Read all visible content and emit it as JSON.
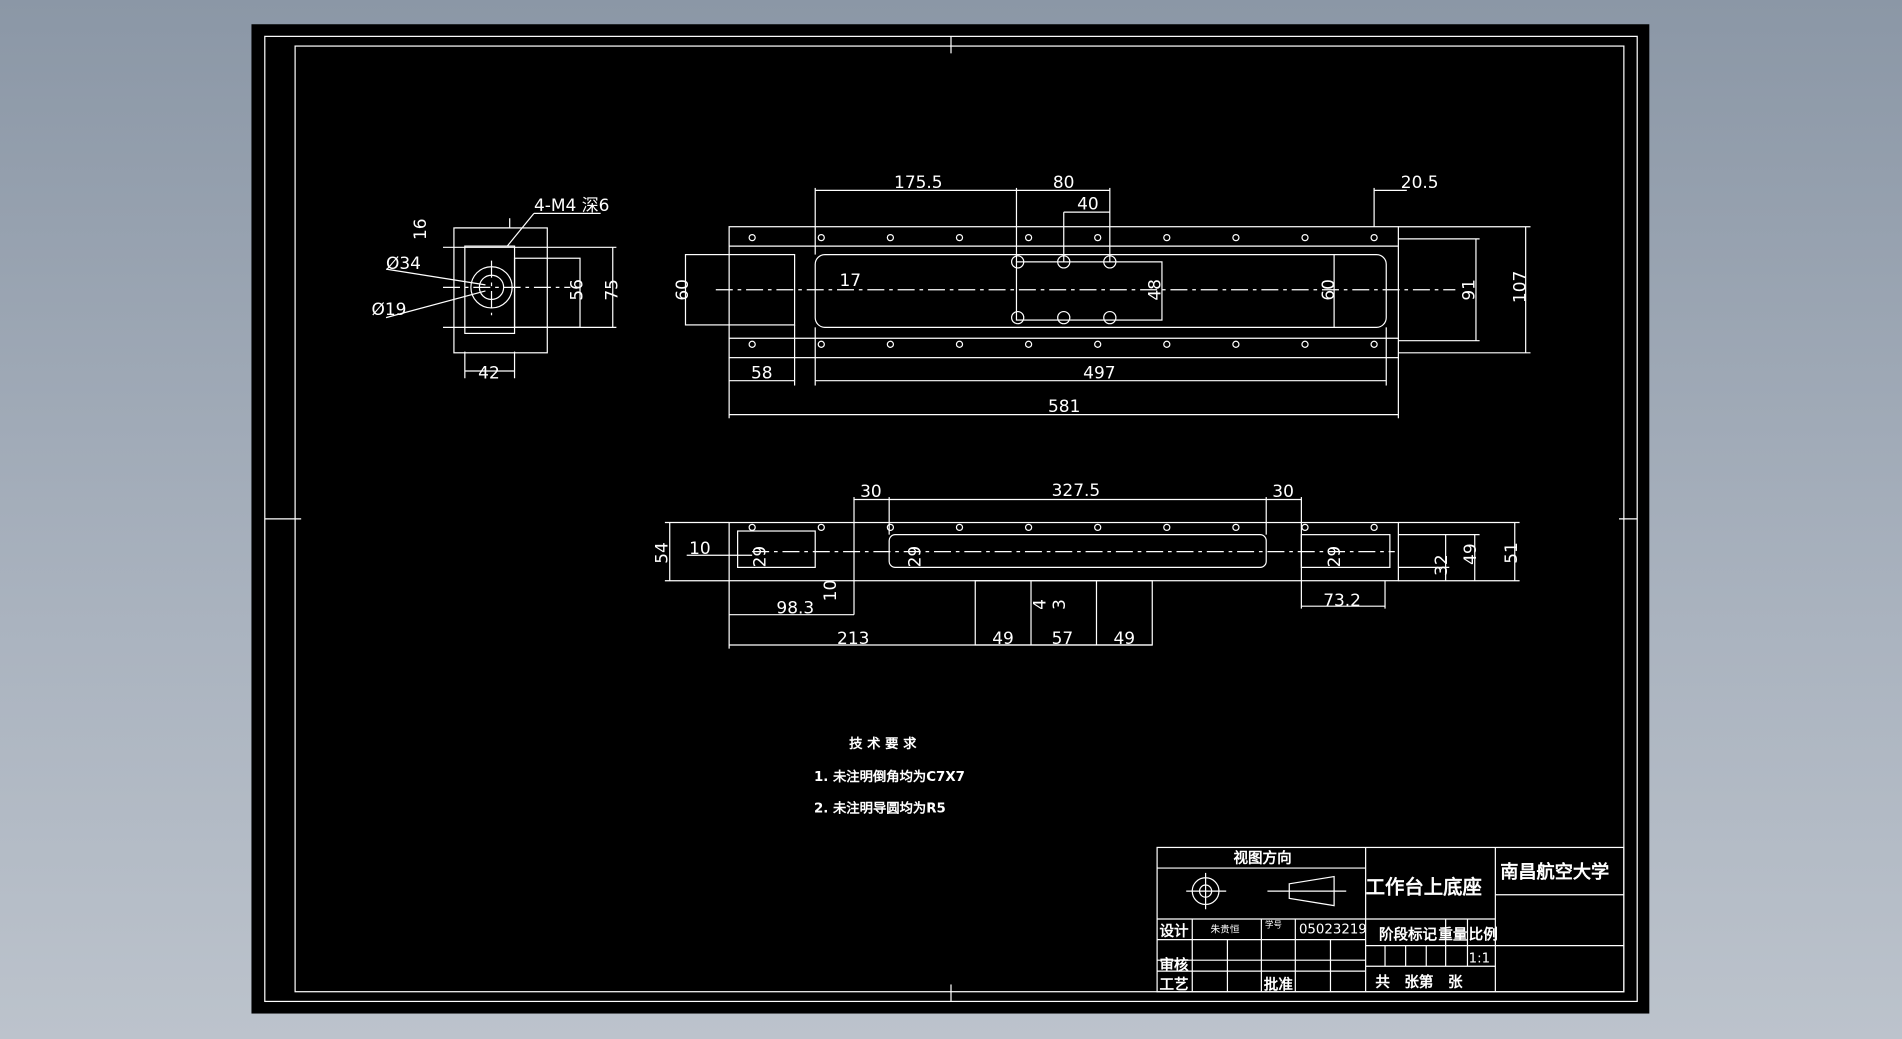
{
  "colors": {
    "canvas": "#000000",
    "line": "#ffffff",
    "frame": "#ffffff"
  },
  "side_view": {
    "note": "4-M4  深6",
    "dims": [
      "16",
      "Ø34",
      "Ø19",
      "56",
      "75",
      "42"
    ]
  },
  "top_view": {
    "dims": {
      "d175": "175.5",
      "d80": "80",
      "d40": "40",
      "d20": "20.5",
      "d60a": "60",
      "d17": "17",
      "d48": "48",
      "d60b": "60",
      "d91": "91",
      "d107": "107",
      "d58": "58",
      "d497": "497",
      "d581": "581"
    }
  },
  "front_view": {
    "dims": {
      "d30a": "30",
      "d327": "327.5",
      "d30b": "30",
      "d54": "54",
      "d10a": "10",
      "d29a": "29",
      "d29b": "29",
      "d29c": "29",
      "d10b": "10",
      "d98": "98.3",
      "d4": "4",
      "d3": "3",
      "d32": "32",
      "d49a": "49",
      "d51": "51",
      "d73": "73.2",
      "d213": "213",
      "d49b": "49",
      "d57": "57",
      "d49c": "49"
    }
  },
  "tech": {
    "title": "技 术 要 求",
    "items": [
      "1. 未注明倒角均为C7X7",
      "2. 未注明导圆均为R5"
    ]
  },
  "title_block": {
    "view_dir": "视图方向",
    "part_name": "工作台上底座",
    "school": "南昌航空大学",
    "design": "设计",
    "designer": "朱贵恒",
    "student_no_label": "学号",
    "student_no": "05023219",
    "review": "审核",
    "process": "工艺",
    "approve": "批准",
    "stage": "阶段标记",
    "weight": "重量",
    "scale_label": "比例",
    "scale": "1:1",
    "sheets": "共　张第　张"
  }
}
